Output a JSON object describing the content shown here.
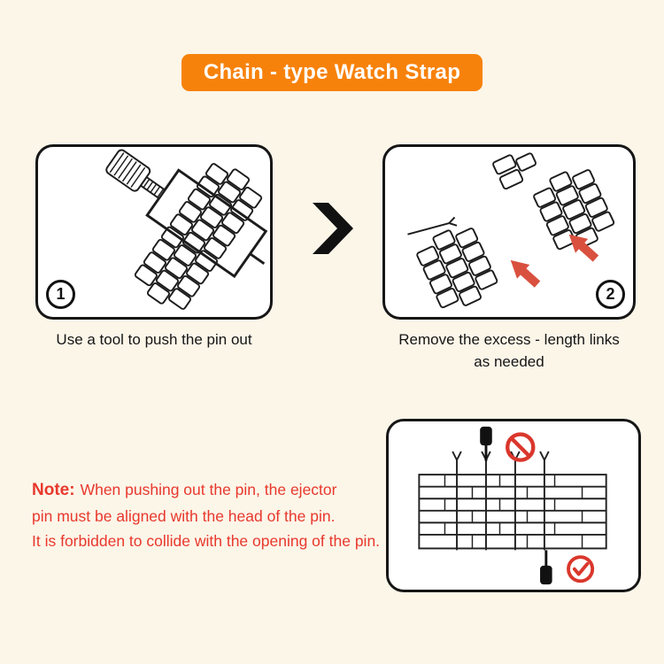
{
  "banner": {
    "label": "Chain - type Watch Strap"
  },
  "step1": {
    "number": "1",
    "caption": "Use a tool to push the pin out"
  },
  "step2": {
    "number": "2",
    "caption_line1": "Remove the excess - length links",
    "caption_line2": "as needed"
  },
  "note": {
    "label": "Note:",
    "line1": "When pushing out the pin, the ejector",
    "line2": "pin must be aligned with the head of the pin.",
    "line3": "It is forbidden to collide with the opening of the pin."
  },
  "colors": {
    "accent_orange": "#F7820B",
    "note_red": "#E8382C",
    "arrow_red": "#D9503F",
    "ink": "#161616",
    "background": "#FCF6E9"
  }
}
